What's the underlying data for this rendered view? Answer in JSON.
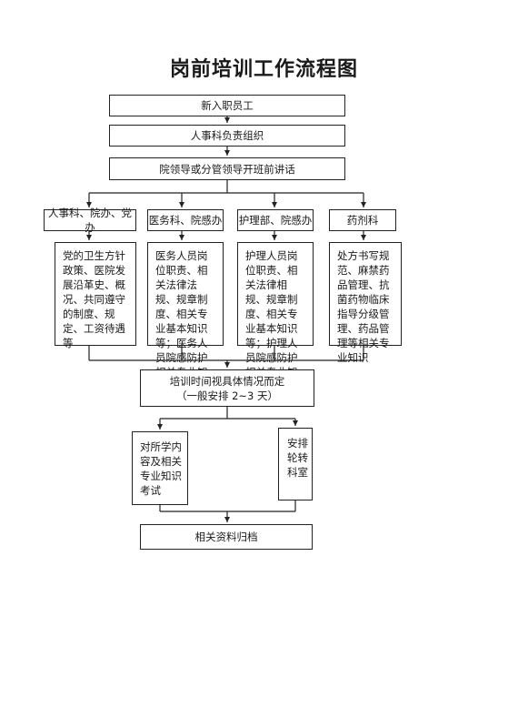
{
  "title": "岗前培训工作流程图",
  "step1": "新入职员工",
  "step2": "人事科负责组织",
  "step3": "院领导或分管领导开班前讲话",
  "departments": [
    {
      "name": "人事科、院办、党办",
      "content": "党的卫生方针政策、医院发展沿革史、概况、共同遵守的制度、规定、工资待遇等"
    },
    {
      "name": "医务科、院感办",
      "content": "医务人员岗位职责、相关法律法规、规章制度、相关专业基本知识等；医务人员院感防护相关专业知识"
    },
    {
      "name": "护理部、院感办",
      "content": "护理人员岗位职责、相关法律相规、规章制度、相关专业基本知识等；护理人员院感防护相关专业知识"
    },
    {
      "name": "药剂科",
      "content": "处方书写规范、麻禁药品管理、抗菌药物临床指导分级管理、药品管理等相关专业知识"
    }
  ],
  "training_time": {
    "line1": "培训时间视具体情况而定",
    "line2": "（一般安排 2~3 天）"
  },
  "exam": "对所学内容及相关专业知识考试",
  "rotation": "安排轮转科室",
  "archive": "相关资料归档"
}
